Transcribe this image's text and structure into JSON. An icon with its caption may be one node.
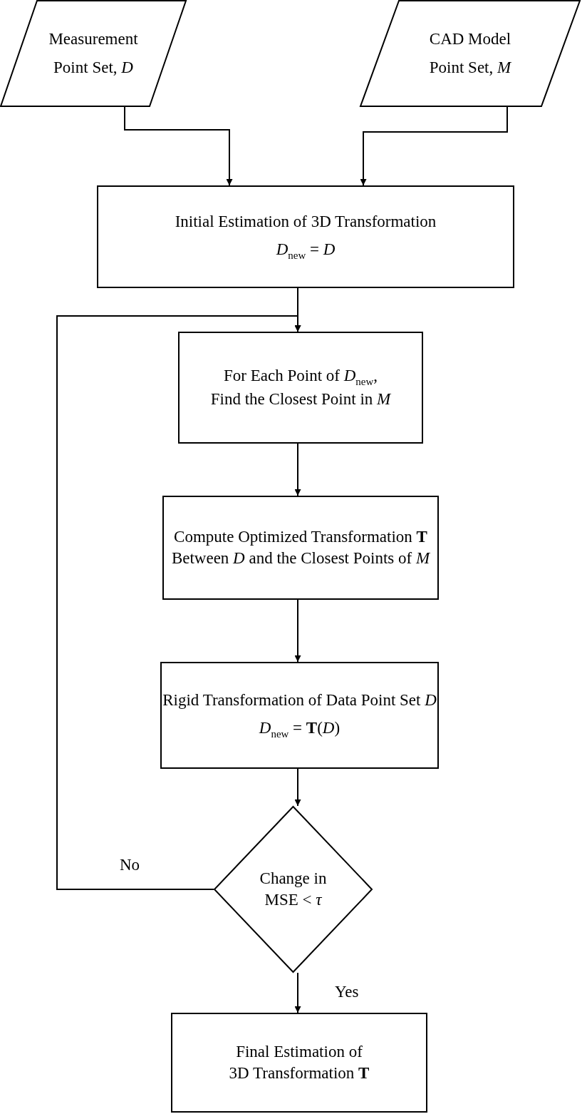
{
  "diagram": {
    "nodes": [
      {
        "text": [
          "Measurement",
          "Point Set, *D*"
        ]
      },
      {
        "text": [
          "CAD Model",
          "Point Set, *M*"
        ]
      },
      {
        "text": [
          "Initial Estimation of 3D Transformation",
          "*D*$_{new}$ = *D*"
        ]
      },
      {
        "text": [
          "For Each Point of *D*$_{new}$, Find the Closest Point in *M*"
        ]
      },
      {
        "text": [
          "Compute Optimized Transformation **T** Between *D* and the Closest Points of *M*"
        ]
      },
      {
        "text": [
          "Rigid Transformation of Data Point Set *D*",
          "*D*$_{new}$ = **T**(*D*)"
        ]
      },
      {
        "text": [
          "Change in MSE < *τ*"
        ]
      },
      {
        "text": [
          "Final Estimation of 3D Transformation **T**"
        ]
      }
    ],
    "edges": [
      {
        "from": 0,
        "to": 2,
        "arrow": "to"
      },
      {
        "from": 1,
        "to": 2,
        "arrow": "to"
      },
      {
        "from": 2,
        "to": 3,
        "arrow": "to"
      },
      {
        "from": 3,
        "to": 4,
        "arrow": "to"
      },
      {
        "from": 4,
        "to": 5,
        "arrow": "to"
      },
      {
        "from": 5,
        "to": 6,
        "arrow": "to"
      },
      {
        "from": 6,
        "to": 3,
        "arrow": "to",
        "label": "No"
      },
      {
        "from": 6,
        "to": 7,
        "arrow": "to",
        "label": "Yes"
      }
    ]
  }
}
